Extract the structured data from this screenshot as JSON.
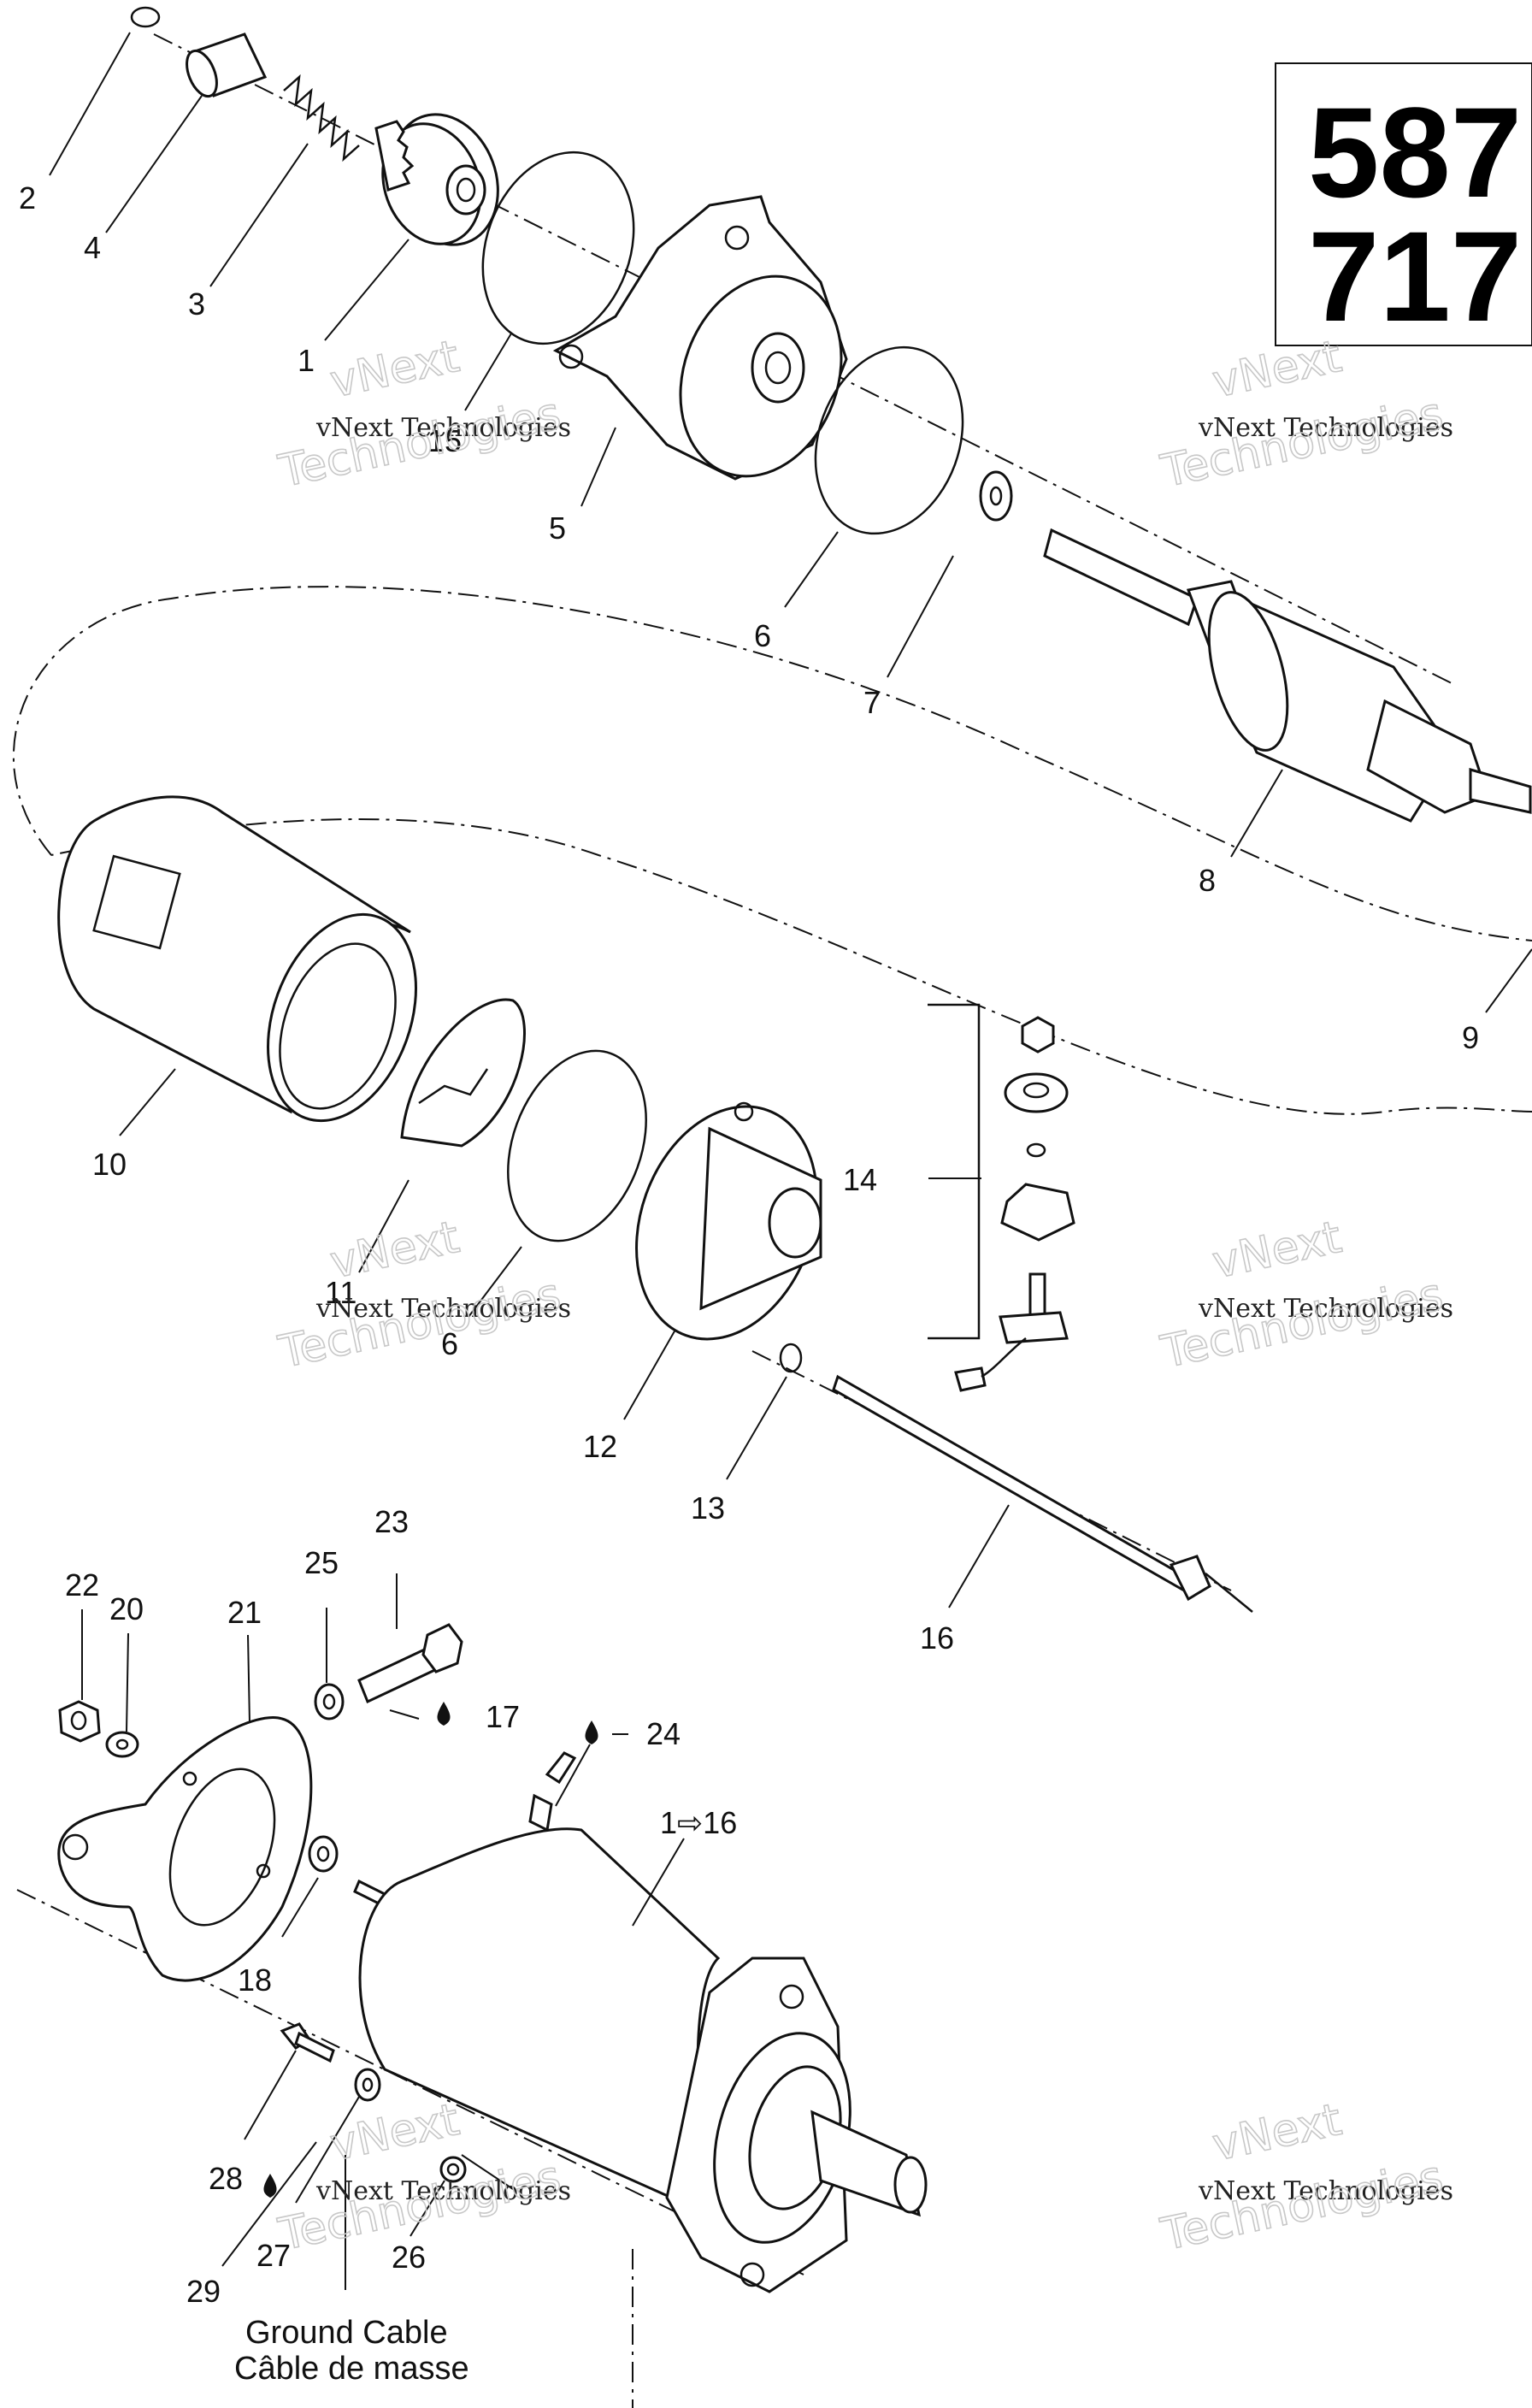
{
  "engine_numbers": [
    "587",
    "717"
  ],
  "callouts": {
    "c1": "1",
    "c2": "2",
    "c3": "3",
    "c4": "4",
    "c5": "5",
    "c6a": "6",
    "c6b": "6",
    "c7": "7",
    "c8": "8",
    "c9": "9",
    "c10": "10",
    "c11": "11",
    "c12": "12",
    "c13": "13",
    "c14": "14",
    "c15": "15",
    "c16": "16",
    "c17": "17",
    "c18": "18",
    "c20": "20",
    "c21": "21",
    "c22": "22",
    "c23": "23",
    "c24": "24",
    "c25": "25",
    "c26": "26",
    "c27": "27",
    "c28": "28",
    "c29": "29",
    "assembly_range": "1⇨16"
  },
  "watermark": {
    "line1": "vNext Technologies",
    "line2": "vNext",
    "line3": "Technologies"
  },
  "caption": {
    "en": "Ground Cable",
    "fr": "Câble de masse"
  }
}
